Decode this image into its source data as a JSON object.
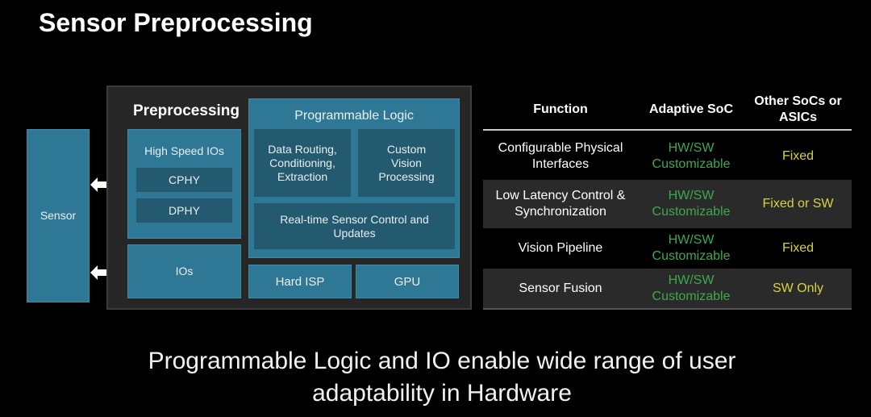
{
  "title": "Sensor Preprocessing",
  "diagram": {
    "sensor": "Sensor",
    "preprocessing": "Preprocessing",
    "high_speed_ios": "High Speed IOs",
    "cphy": "CPHY",
    "dphy": "DPHY",
    "ios": "IOs",
    "programmable_logic": "Programmable Logic",
    "data_routing": "Data Routing, Conditioning, Extraction",
    "custom_vision": "Custom Vision Processing",
    "realtime": "Real-time Sensor Control and Updates",
    "hard_isp": "Hard ISP",
    "gpu": "GPU"
  },
  "table": {
    "headers": [
      "Function",
      "Adaptive SoC",
      "Other SoCs or ASICs"
    ],
    "rows": [
      [
        "Configurable Physical Interfaces",
        "HW/SW Customizable",
        "Fixed"
      ],
      [
        "Low Latency Control & Synchronization",
        "HW/SW Customizable",
        "Fixed or SW"
      ],
      [
        "Vision Pipeline",
        "HW/SW Customizable",
        "Fixed"
      ],
      [
        "Sensor Fusion",
        "HW/SW Customizable",
        "SW Only"
      ]
    ]
  },
  "footer": "Programmable Logic and IO enable wide range of user adaptability in Hardware",
  "colors": {
    "block": "#2f7895",
    "inner": "#245a70",
    "green": "#3ea84c",
    "yellow": "#d6d43c"
  }
}
